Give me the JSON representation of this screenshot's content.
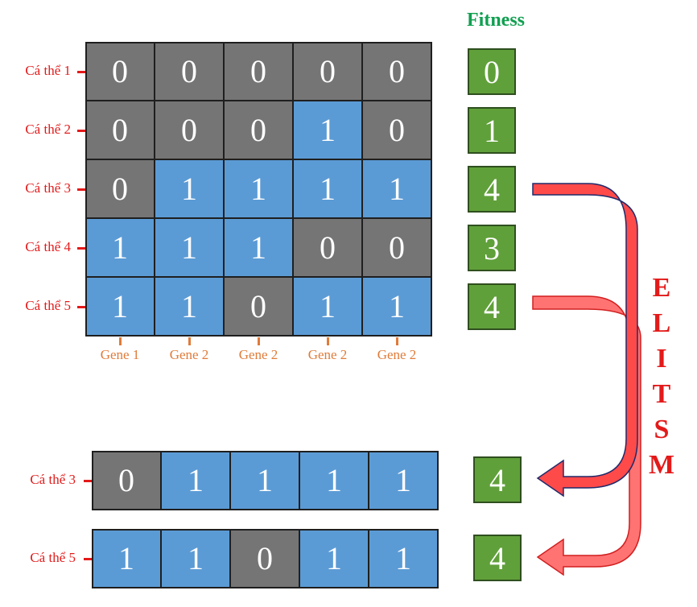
{
  "fitness_title": "Fitness",
  "elitism_letters": [
    "E",
    "L",
    "I",
    "T",
    "S",
    "M"
  ],
  "gene_labels": [
    "Gene 1",
    "Gene 2",
    "Gene 2",
    "Gene 2",
    "Gene 2"
  ],
  "population": [
    {
      "label": "Cá thể 1",
      "genes": [
        0,
        0,
        0,
        0,
        0
      ],
      "fitness": "0"
    },
    {
      "label": "Cá thể 2",
      "genes": [
        0,
        0,
        0,
        1,
        0
      ],
      "fitness": "1"
    },
    {
      "label": "Cá thể 3",
      "genes": [
        0,
        1,
        1,
        1,
        1
      ],
      "fitness": "4"
    },
    {
      "label": "Cá thể 4",
      "genes": [
        1,
        1,
        1,
        0,
        0
      ],
      "fitness": "3"
    },
    {
      "label": "Cá thể 5",
      "genes": [
        1,
        1,
        0,
        1,
        1
      ],
      "fitness": "4"
    }
  ],
  "elites": [
    {
      "label": "Cá thể 3",
      "genes": [
        0,
        1,
        1,
        1,
        1
      ],
      "fitness": "4"
    },
    {
      "label": "Cá thể 5",
      "genes": [
        1,
        1,
        0,
        1,
        1
      ],
      "fitness": "4"
    }
  ],
  "colors": {
    "zero": "#757575",
    "one": "#5b9bd5",
    "fitness": "#60a03a",
    "label": "#e31a1a",
    "gene": "#e07b39",
    "title": "#10a050",
    "arrow": "#ff4d4d"
  }
}
